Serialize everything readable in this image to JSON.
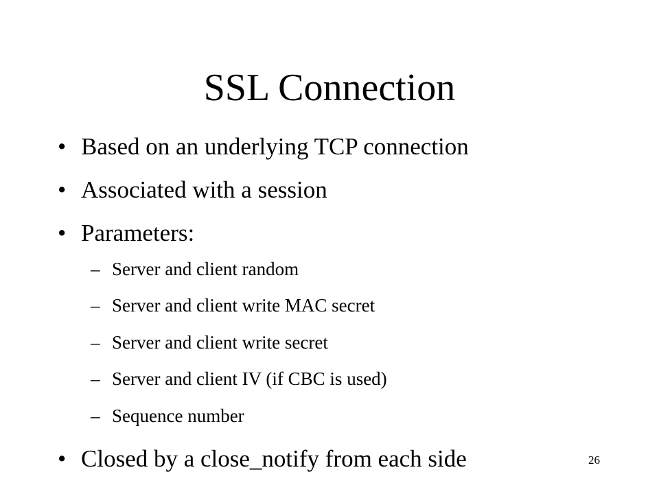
{
  "slide": {
    "title": "SSL Connection",
    "bullets": [
      "Based on an underlying TCP connection",
      "Associated with a session",
      "Parameters:"
    ],
    "sub_bullets": [
      "Server and client random",
      "Server and client  write MAC secret",
      "Server and client  write secret",
      "Server and client  IV (if CBC is used)",
      "Sequence number"
    ],
    "final_bullet": "Closed by a close_notify from each side",
    "bullet_marker": "•",
    "sub_marker": "–",
    "page_number": "26"
  }
}
